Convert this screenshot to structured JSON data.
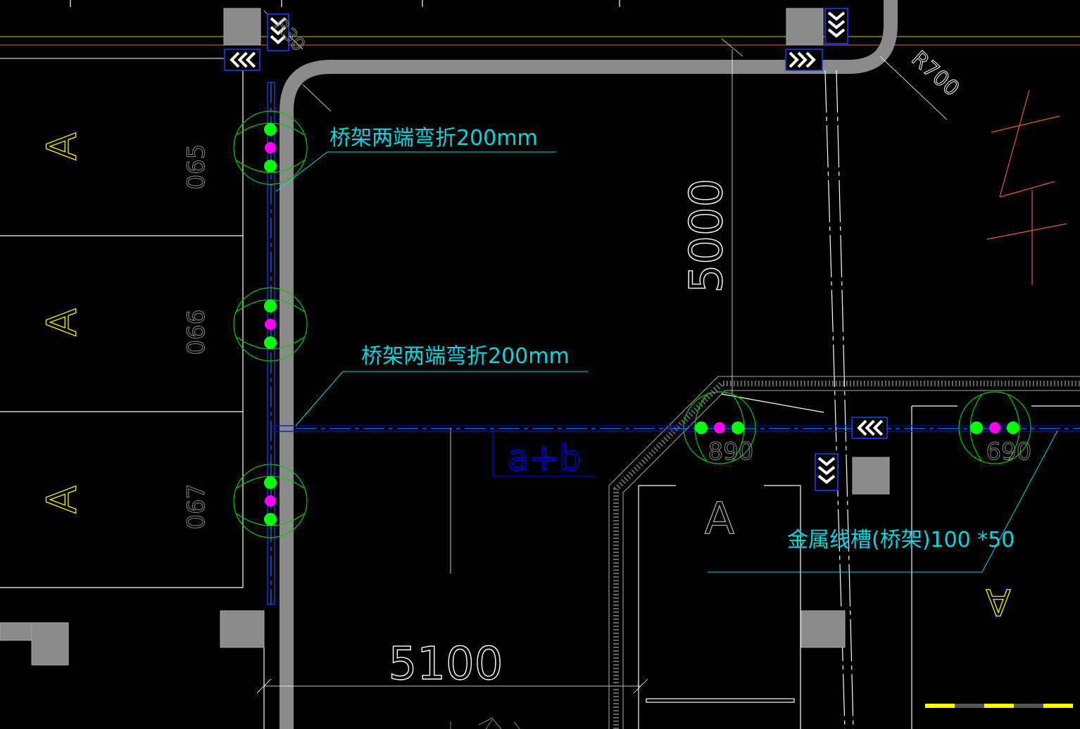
{
  "drawing": {
    "annotations": {
      "bend_note_1": "桥架两端弯折200mm",
      "bend_note_2": "桥架两端弯折200mm",
      "tray_spec": "金属线槽(桥架)100 *50",
      "formula": "a+b"
    },
    "dimensions": {
      "horizontal": "5100",
      "vertical": "5000",
      "radius": "R700",
      "radius_partial": "R30"
    },
    "space_labels": [
      "065",
      "066",
      "067",
      "890",
      "690"
    ],
    "zone_marks": [
      "A",
      "A",
      "A",
      "A",
      "A"
    ],
    "colors": {
      "background": "#000000",
      "cable_tray": "#0000ff",
      "annotation": "#00d8e0",
      "detector_ring": "#00c800",
      "node_green": "#00ff00",
      "node_magenta": "#ff00ff",
      "road_edge": "#8a8a8a",
      "zone_mark": "#f2f200",
      "grid_line_yellow": "#d4c000",
      "grid_line_orange": "#e07020",
      "wall": "#ffffff"
    },
    "icons": [
      "arrow-left-sign-icon",
      "arrow-down-sign-icon",
      "arrow-right-sign-icon",
      "parking-detector-icon",
      "pillar-icon",
      "scale-bar-icon"
    ]
  }
}
